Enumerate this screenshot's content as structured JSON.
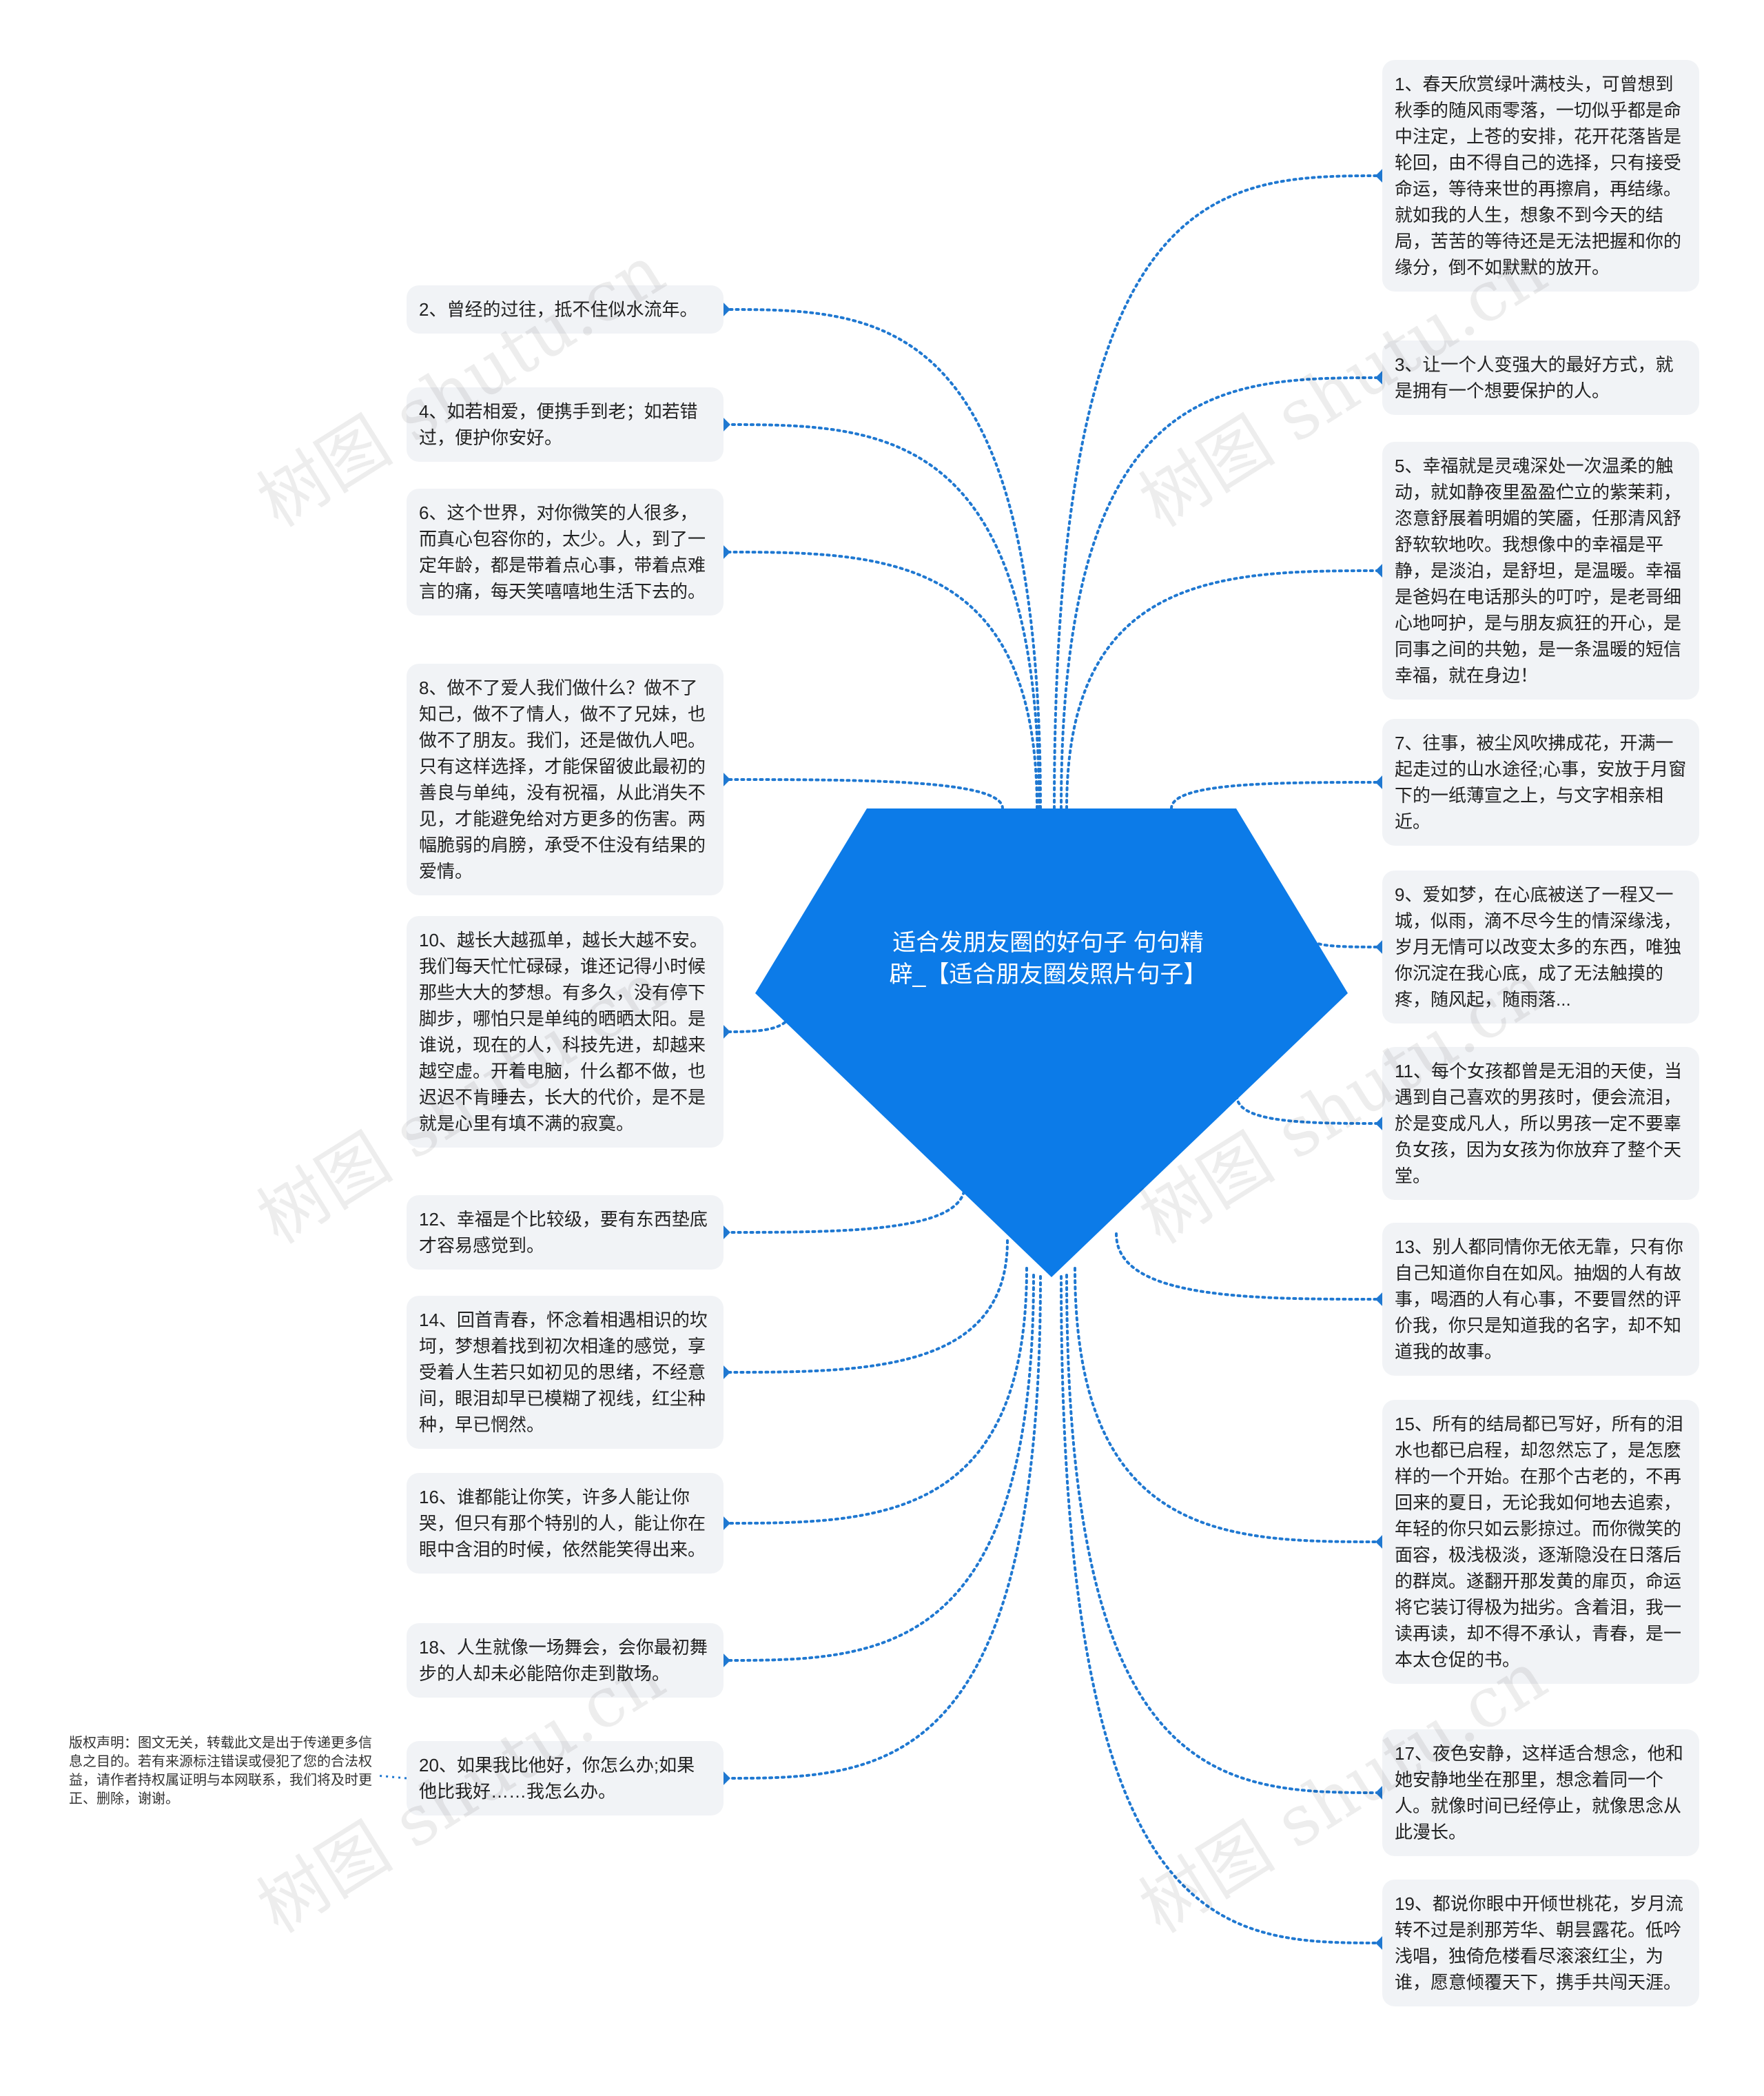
{
  "root": {
    "title": "适合发朋友圈的好句子 句句精辟_【适合朋友圈发照片句子】",
    "color": "#0c7be8"
  },
  "edge_color": "#1f78d1",
  "node_bg": "#f1f3f6",
  "left_nodes": [
    {
      "id": 2,
      "text": "2、曾经的过往，抵不住似水流年。"
    },
    {
      "id": 4,
      "text": "4、如若相爱，便携手到老；如若错过，便护你安好。"
    },
    {
      "id": 6,
      "text": "6、这个世界，对你微笑的人很多，而真心包容你的，太少。人，到了一定年龄，都是带着点心事，带着点难言的痛，每天笑嘻嘻地生活下去的。"
    },
    {
      "id": 8,
      "text": "8、做不了爱人我们做什么？做不了知己，做不了情人，做不了兄妹，也做不了朋友。我们，还是做仇人吧。只有这样选择，才能保留彼此最初的善良与单纯，没有祝福，从此消失不见，才能避免给对方更多的伤害。两幅脆弱的肩膀，承受不住没有结果的爱情。"
    },
    {
      "id": 10,
      "text": "10、越长大越孤单，越长大越不安。我们每天忙忙碌碌，谁还记得小时候那些大大的梦想。有多久，没有停下脚步，哪怕只是单纯的晒晒太阳。是谁说，现在的人，科技先进，却越来越空虚。开着电脑，什么都不做，也迟迟不肯睡去，长大的代价，是不是就是心里有填不满的寂寞。"
    },
    {
      "id": 12,
      "text": "12、幸福是个比较级，要有东西垫底才容易感觉到。"
    },
    {
      "id": 14,
      "text": "14、回首青春，怀念着相遇相识的坎坷，梦想着找到初次相逢的感觉，享受着人生若只如初见的思绪，不经意间，眼泪却早已模糊了视线，红尘种种，早已惘然。"
    },
    {
      "id": 16,
      "text": "16、谁都能让你笑，许多人能让你哭，但只有那个特别的人，能让你在眼中含泪的时候，依然能笑得出来。"
    },
    {
      "id": 18,
      "text": "18、人生就像一场舞会，会你最初舞步的人却未必能陪你走到散场。"
    },
    {
      "id": 20,
      "text": "20、如果我比他好，你怎么办;如果他比我好……我怎么办。"
    }
  ],
  "right_nodes": [
    {
      "id": 1,
      "text": "1、春天欣赏绿叶满枝头，可曾想到秋季的随风雨零落，一切似乎都是命中注定，上苍的安排，花开花落皆是轮回，由不得自己的选择，只有接受命运，等待来世的再擦肩，再结缘。就如我的人生，想象不到今天的结局，苦苦的等待还是无法把握和你的缘分，倒不如默默的放开。"
    },
    {
      "id": 3,
      "text": "3、让一个人变强大的最好方式，就是拥有一个想要保护的人。"
    },
    {
      "id": 5,
      "text": "5、幸福就是灵魂深处一次温柔的触动，就如静夜里盈盈伫立的紫茉莉，恣意舒展着明媚的笑靥，任那清风舒舒软软地吹。我想像中的幸福是平静，是淡泊，是舒坦，是温暖。幸福是爸妈在电话那头的叮咛，是老哥细心地呵护，是与朋友疯狂的开心，是同事之间的共勉，是一条温暖的短信幸福，就在身边！"
    },
    {
      "id": 7,
      "text": "7、往事，被尘风吹拂成花，开满一起走过的山水途径;心事，安放于月窗下的一纸薄宣之上，与文字相亲相近。"
    },
    {
      "id": 9,
      "text": "9、爱如梦，在心底被送了一程又一城，似雨，滴不尽今生的情深缘浅，岁月无情可以改变太多的东西，唯独你沉淀在我心底，成了无法触摸的疼，随风起，随雨落..."
    },
    {
      "id": 11,
      "text": "11、每个女孩都曾是无泪的天使，当遇到自己喜欢的男孩时，便会流泪，於是变成凡人，所以男孩一定不要辜负女孩，因为女孩为你放弃了整个天堂。"
    },
    {
      "id": 13,
      "text": "13、别人都同情你无依无靠，只有你自己知道你自在如风。抽烟的人有故事，喝酒的人有心事，不要冒然的评价我，你只是知道我的名字，却不知道我的故事。"
    },
    {
      "id": 15,
      "text": "15、所有的结局都已写好，所有的泪水也都已启程，却忽然忘了，是怎麽样的一个开始。在那个古老的，不再回来的夏日，无论我如何地去追索，年轻的你只如云影掠过。而你微笑的面容，极浅极淡，逐渐隐没在日落后的群岚。遂翻开那发黄的扉页，命运将它装订得极为拙劣。含着泪，我一读再读，却不得不承认，青春，是一本太仓促的书。"
    },
    {
      "id": 17,
      "text": "17、夜色安静，这样适合想念，他和她安静地坐在那里，想念着同一个人。就像时间已经停止，就像思念从此漫长。"
    },
    {
      "id": 19,
      "text": "19、都说你眼中开倾世桃花，岁月流转不过是刹那芳华、朝昙露花。低吟浅唱，独倚危楼看尽滚滚红尘，为谁，愿意倾覆天下，携手共闯天涯。"
    }
  ],
  "note": {
    "text": "版权声明：图文无关，转载此文是出于传递更多信息之目的。若有来源标注错误或侵犯了您的合法权益，请作者持权属证明与本网联系，我们将及时更正、删除，谢谢。"
  },
  "watermark": "树图 shutu.cn"
}
